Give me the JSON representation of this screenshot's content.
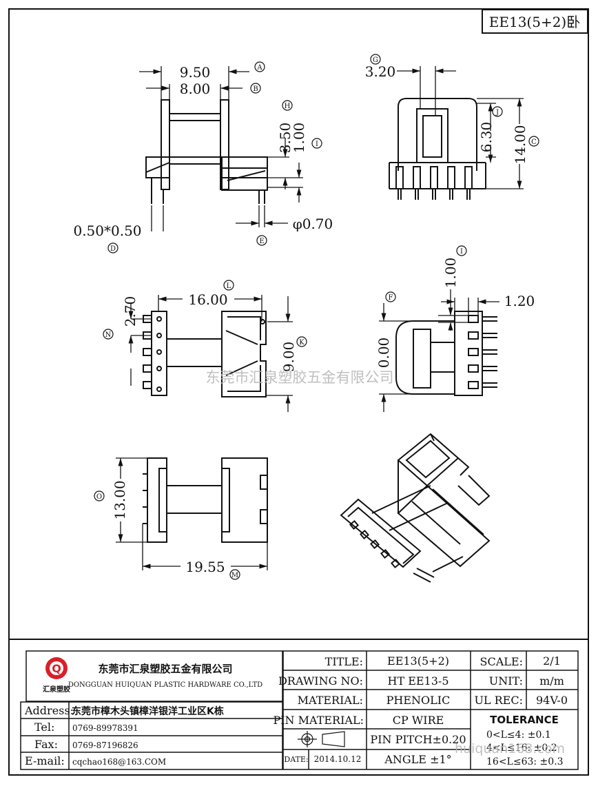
{
  "part_code": "EE13(5+2)卧",
  "watermark": "东莞市汇泉塑胶五金有限公司",
  "watermark_url": "huiquan168.com",
  "dimensions": {
    "A": "9.50",
    "B": "8.00",
    "H": "3.50",
    "I_top": "1.00",
    "D": "0.50*0.50",
    "E": "φ0.70",
    "G": "3.20",
    "J": "6.30",
    "C": "14.00",
    "L": "16.00",
    "N": "2.70",
    "K": "9.00",
    "I_right": "1.00",
    "F_value": "0.00",
    "R": "1.20",
    "O": "13.00",
    "M": "19.55"
  },
  "callouts": {
    "A": "A",
    "B": "B",
    "C": "C",
    "D": "D",
    "E": "E",
    "F": "F",
    "G": "G",
    "H": "H",
    "I": "I",
    "J": "J",
    "K": "K",
    "L": "L",
    "M": "M",
    "N": "N",
    "O": "O"
  },
  "company": {
    "logo_letter": "Q",
    "logo_caption": "汇泉塑胶",
    "name_cn": "东莞市汇泉塑胶五金有限公司",
    "name_en": "DONGGUAN HUIQUAN PLASTIC HARDWARE CO.,LTD"
  },
  "contact": {
    "address_label": "Address:",
    "address": "东莞市樟木头镇樟洋银洋工业区K栋",
    "tel_label": "Tel:",
    "tel": "0769-89978391",
    "fax_label": "Fax:",
    "fax": "0769-87196826",
    "email_label": "E-mail:",
    "email": "cqchao168@163.COM"
  },
  "title_block": {
    "title_label": "TITLE:",
    "title": "EE13(5+2)",
    "drawing_no_label": "DRAWING NO:",
    "drawing_no": "HT EE13-5",
    "material_label": "MATERIAL:",
    "material": "PHENOLIC",
    "pin_material_label": "PIN MATERIAL:",
    "pin_material": "CP WIRE",
    "pin_pitch": "PIN PITCH±0.20",
    "angle": "ANGLE ±1°",
    "date_label": "DATE:",
    "date": "2014.10.12",
    "scale_label": "SCALE:",
    "scale": "2/1",
    "unit_label": "UNIT:",
    "unit": "m/m",
    "ul_rec_label": "UL REC:",
    "ul_rec": "94V-0",
    "tolerance_label": "TOLERANCE",
    "tol1": "0<L≤4:   ±0.1",
    "tol2": "4<L≤16: ±0.2",
    "tol3": "16<L≤63: ±0.3"
  }
}
